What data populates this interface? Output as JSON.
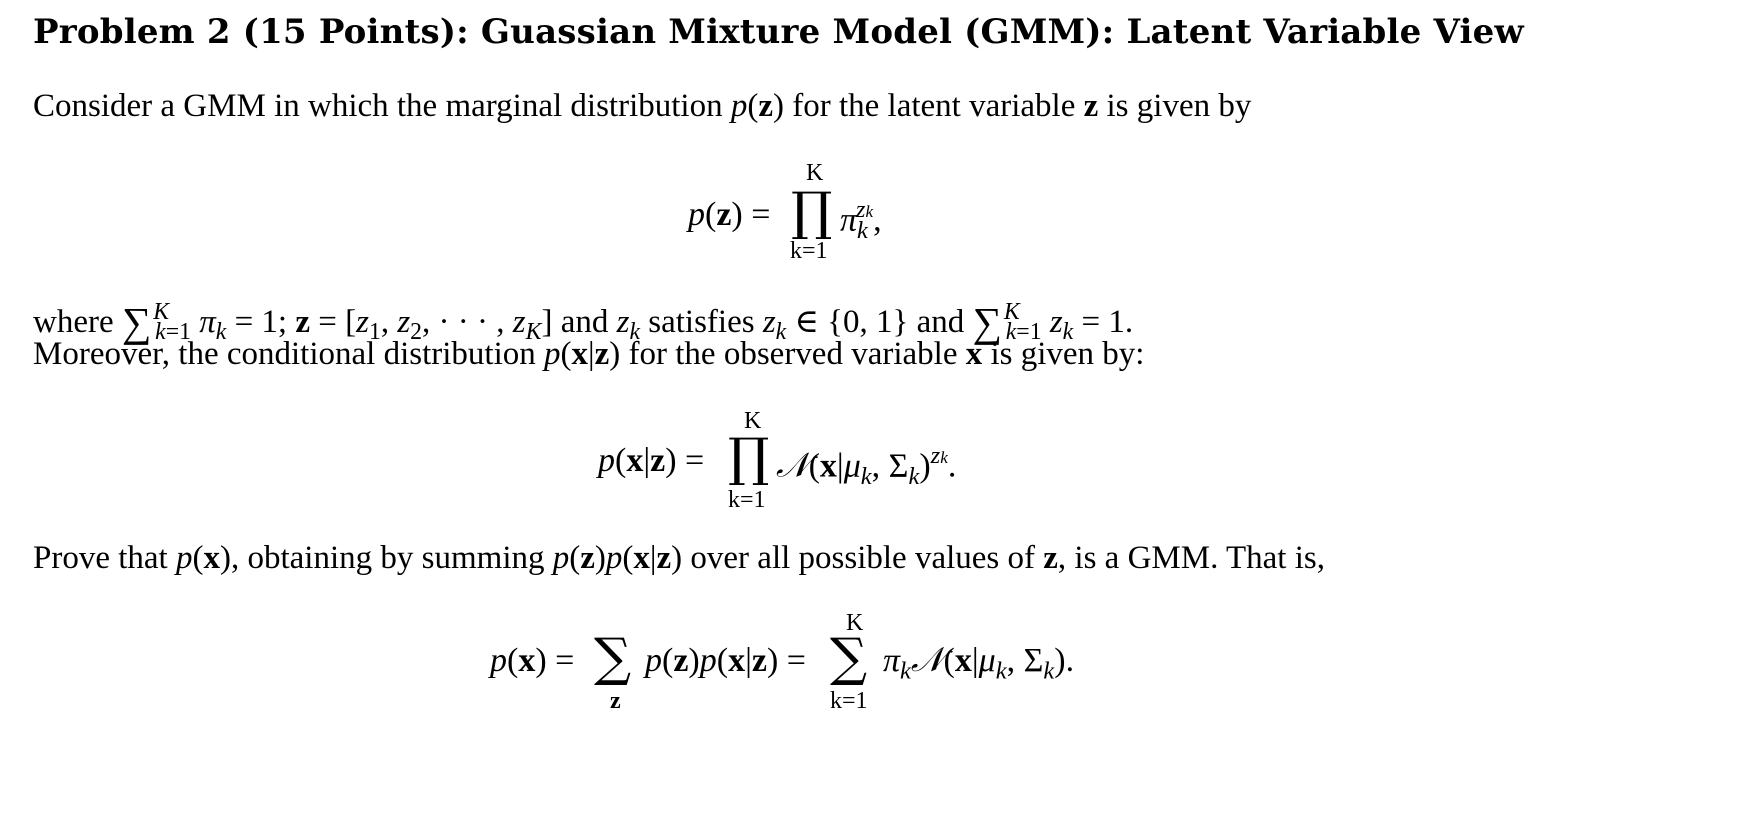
{
  "problem": {
    "title": "Problem 2 (15 Points): Guassian Mixture Model (GMM): Latent Variable View"
  },
  "paragraphs": {
    "intro": {
      "t1": "Consider a GMM in which the marginal distribution ",
      "t2": " for the latent variable ",
      "t3": " is given by"
    },
    "where": {
      "w1": "where ",
      "w2": " and ",
      "w3": " satisfies ",
      "w4": " and "
    },
    "moreover": {
      "m1": "Moreover, the conditional distribution ",
      "m2": " for the observed variable ",
      "m3": " is given by:"
    },
    "prove": {
      "p1": "Prove that ",
      "p2": ", obtaining by summing ",
      "p3": " over all possible values of ",
      "p4": ", is a GMM. That is,"
    }
  },
  "equations": {
    "eq1": {
      "lhs": "p(z) =",
      "upper": "K",
      "lower": "k=1",
      "rhs": "π"
    },
    "eq2": {
      "lhs": "p(x|z) =",
      "upper": "K",
      "lower": "k=1",
      "rhs": "𝒩(x|μ"
    },
    "eq3": {
      "lhs": "p(x) =",
      "lower1": "z",
      "mid": "p(z)p(x|z) =",
      "upper": "K",
      "lower2": "k=1",
      "rhs": "π"
    }
  }
}
